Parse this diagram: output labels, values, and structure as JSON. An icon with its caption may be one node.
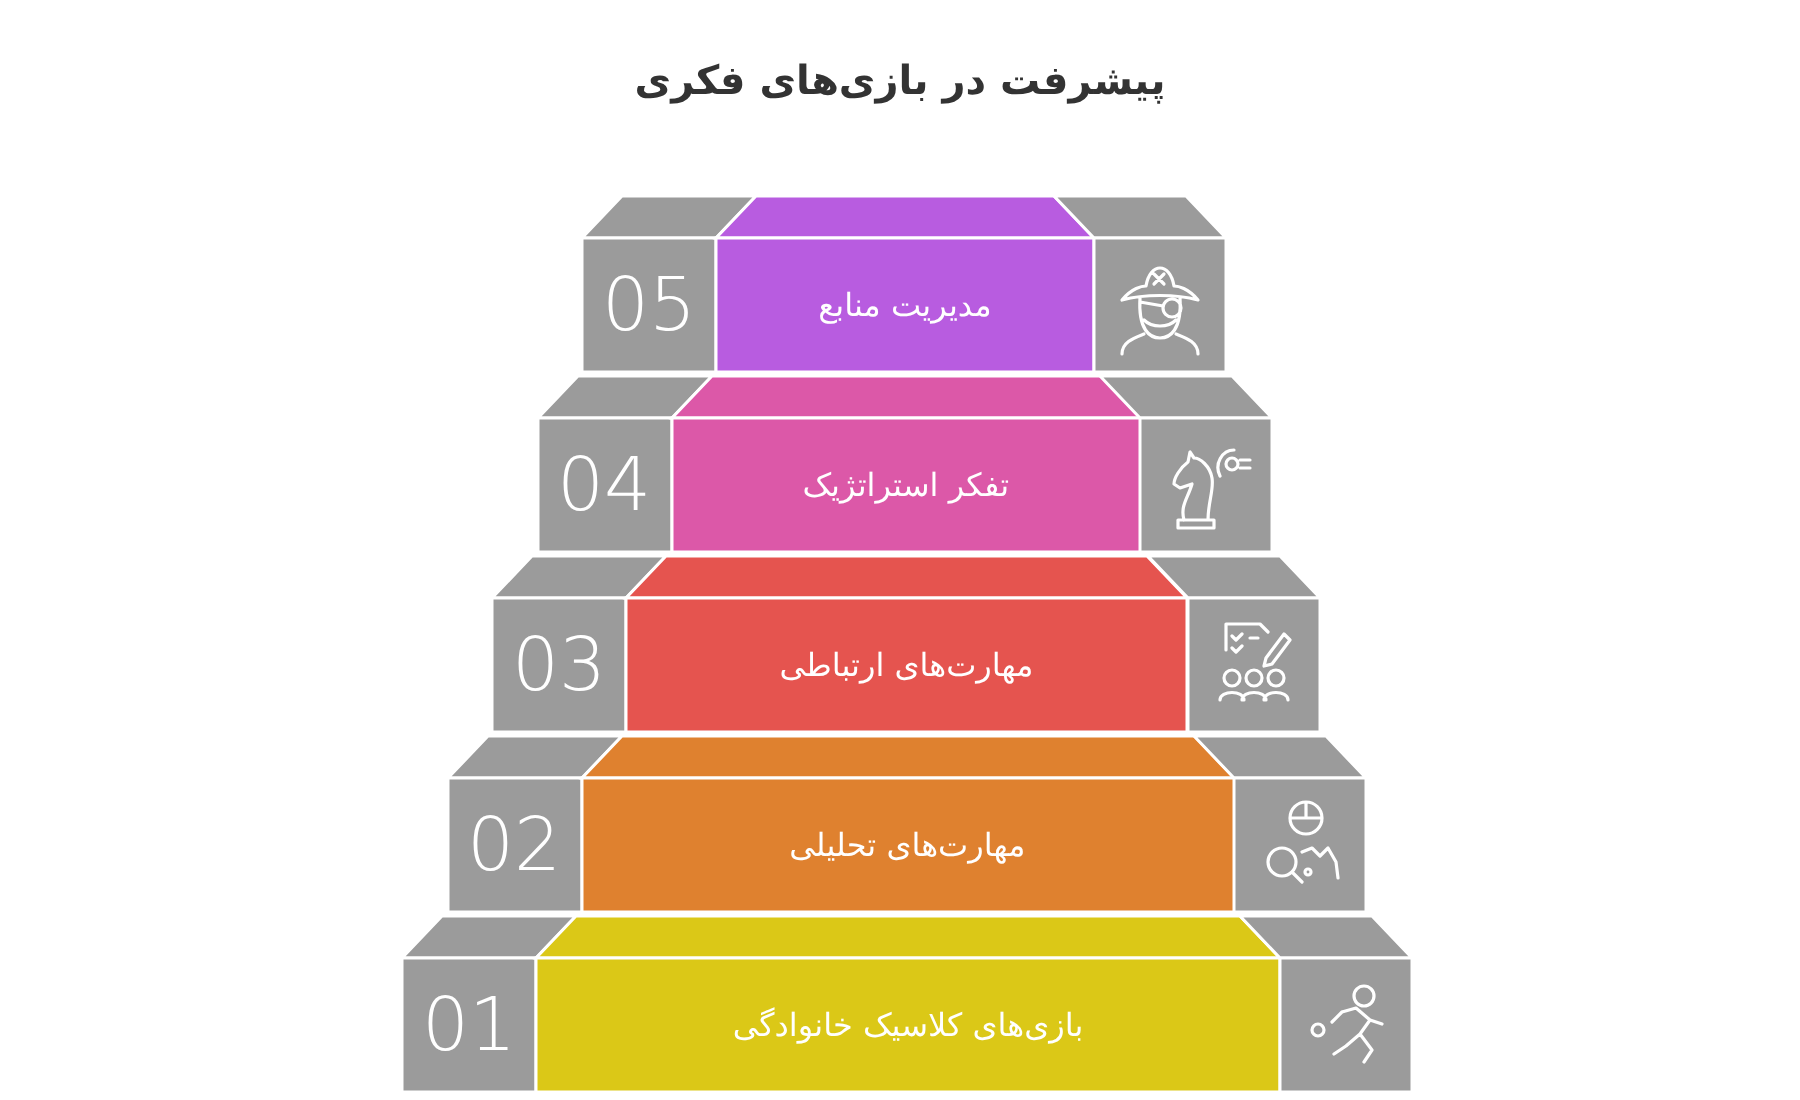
{
  "diagram": {
    "title": "پیشرفت در بازی‌های فکری",
    "nodes": [
      {
        "text": [
          "05"
        ]
      },
      {
        "text": [
          "مدیریت منابع"
        ]
      },
      {
        "text": [],
        "shape": "box"
      },
      {
        "text": [
          "04"
        ]
      },
      {
        "text": [
          "تفکر استراتژیک"
        ]
      },
      {
        "text": [],
        "shape": "box"
      },
      {
        "text": [
          "03"
        ]
      },
      {
        "text": [
          "مهارت‌های ارتباطی"
        ]
      },
      {
        "text": [],
        "shape": "box"
      },
      {
        "text": [
          "02"
        ]
      },
      {
        "text": [
          "مهارت‌های تحلیلی"
        ]
      },
      {
        "text": [],
        "shape": "box"
      },
      {
        "text": [
          "01"
        ]
      },
      {
        "text": [
          "بازی‌های کلاسیک خانوادگی"
        ]
      },
      {
        "text": [],
        "shape": "box"
      }
    ]
  }
}
